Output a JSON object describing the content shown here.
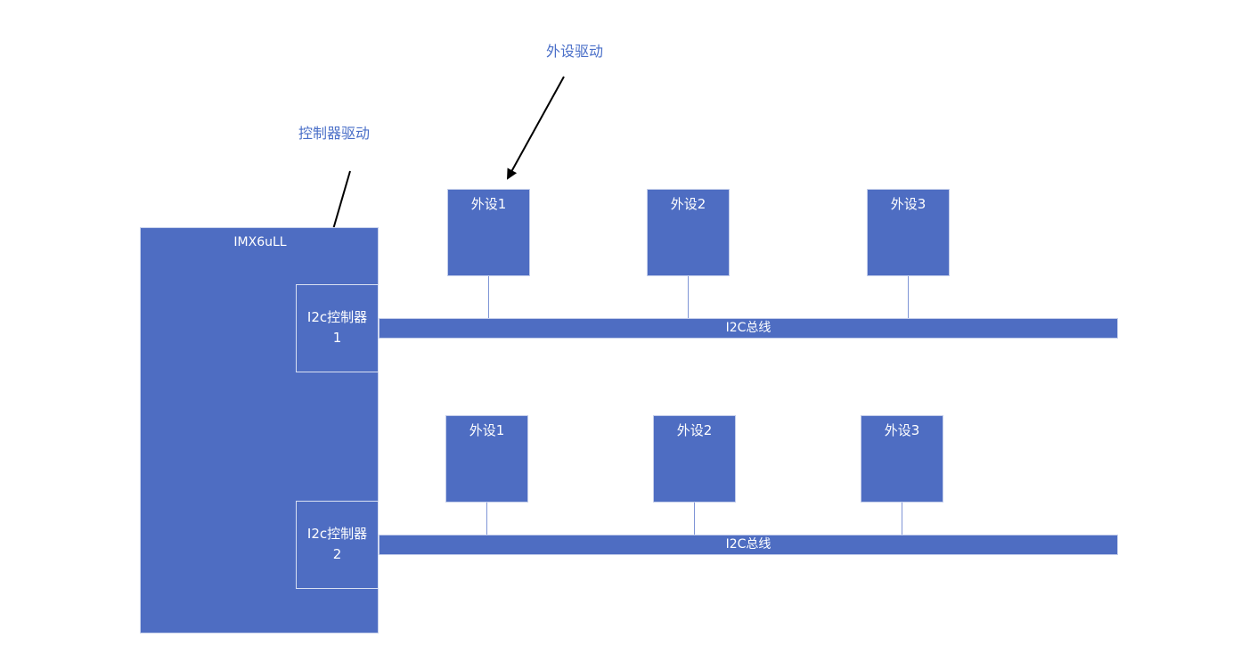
{
  "annotations": {
    "peripheral_driver": "外设驱动",
    "controller_driver": "控制器驱动"
  },
  "soc": {
    "title": "IMX6uLL"
  },
  "controllers": [
    {
      "line1": "I2c控制器",
      "line2": "1"
    },
    {
      "line1": "I2c控制器",
      "line2": "2"
    }
  ],
  "buses": [
    {
      "label": "I2C总线",
      "devices": [
        "外设1",
        "外设2",
        "外设3"
      ]
    },
    {
      "label": "I2C总线",
      "devices": [
        "外设1",
        "外设2",
        "外设3"
      ]
    }
  ],
  "colors": {
    "block_fill": "#4e6dc2",
    "annotation_text": "#4a6fc8",
    "arrow": "#000000"
  }
}
